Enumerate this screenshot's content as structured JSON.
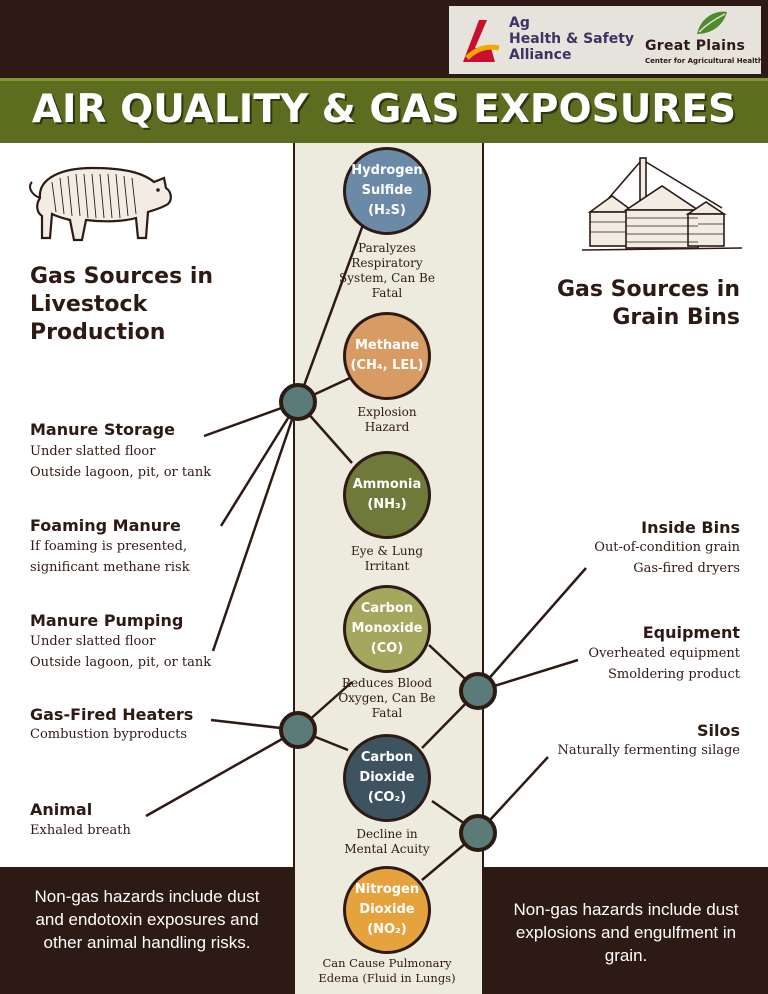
{
  "logos": {
    "aha": {
      "line1": "Ag",
      "line2": "Health & Safety",
      "line3": "Alliance"
    },
    "gp": {
      "title": "Great Plains",
      "subtitle": "Center for Agricultural Health"
    }
  },
  "title": "AIR QUALITY & GAS EXPOSURES",
  "left_heading": [
    "Gas Sources in",
    "Livestock",
    "Production"
  ],
  "right_heading": [
    "Gas Sources in",
    "Grain Bins"
  ],
  "gases": [
    {
      "name": [
        "Hydrogen",
        "Sulfide"
      ],
      "formula": "(H₂S)",
      "desc": [
        "Paralyzes",
        "Respiratory",
        "System, Can Be",
        "Fatal"
      ],
      "color": "#6a8aa7"
    },
    {
      "name": [
        "Methane"
      ],
      "formula": "(CH₄, LEL)",
      "desc": [
        "Explosion",
        "Hazard"
      ],
      "color": "#d89b63"
    },
    {
      "name": [
        "Ammonia"
      ],
      "formula": "(NH₃)",
      "desc": [
        "Eye & Lung",
        "Irritant"
      ],
      "color": "#6f7a3a"
    },
    {
      "name": [
        "Carbon",
        "Monoxide"
      ],
      "formula": "(CO)",
      "desc": [
        "Reduces Blood",
        "Oxygen, Can Be",
        "Fatal"
      ],
      "color": "#a3a85e"
    },
    {
      "name": [
        "Carbon",
        "Dioxide"
      ],
      "formula": "(CO₂)",
      "desc": [
        "Decline in",
        "Mental Acuity"
      ],
      "color": "#3e5360"
    },
    {
      "name": [
        "Nitrogen",
        "Dioxide"
      ],
      "formula": "(NO₂)",
      "desc": [
        "Can Cause Pulmonary",
        "Edema (Fluid in Lungs)"
      ],
      "color": "#e5a23d"
    }
  ],
  "livestock_sources": [
    {
      "title": "Manure Storage",
      "lines": [
        "Under slatted floor",
        "Outside lagoon, pit, or tank"
      ]
    },
    {
      "title": "Foaming Manure",
      "lines": [
        "If foaming is presented,",
        "significant methane risk"
      ]
    },
    {
      "title": "Manure Pumping",
      "lines": [
        "Under slatted floor",
        "Outside lagoon, pit, or tank"
      ]
    },
    {
      "title": "Gas-Fired Heaters",
      "lines": [
        "Combustion byproducts"
      ]
    },
    {
      "title": "Animal",
      "lines": [
        "Exhaled breath"
      ]
    }
  ],
  "grain_sources": [
    {
      "title": "Inside Bins",
      "lines": [
        "Out-of-condition grain",
        "Gas-fired dryers"
      ]
    },
    {
      "title": "Equipment",
      "lines": [
        "Overheated equipment",
        "Smoldering product"
      ]
    },
    {
      "title": "Silos",
      "lines": [
        "Naturally fermenting silage"
      ]
    }
  ],
  "bottom": {
    "left": "Non-gas hazards include dust and endotoxin exposures and other animal handling risks.",
    "right": "Non-gas hazards include dust explosions and engulfment in grain."
  }
}
